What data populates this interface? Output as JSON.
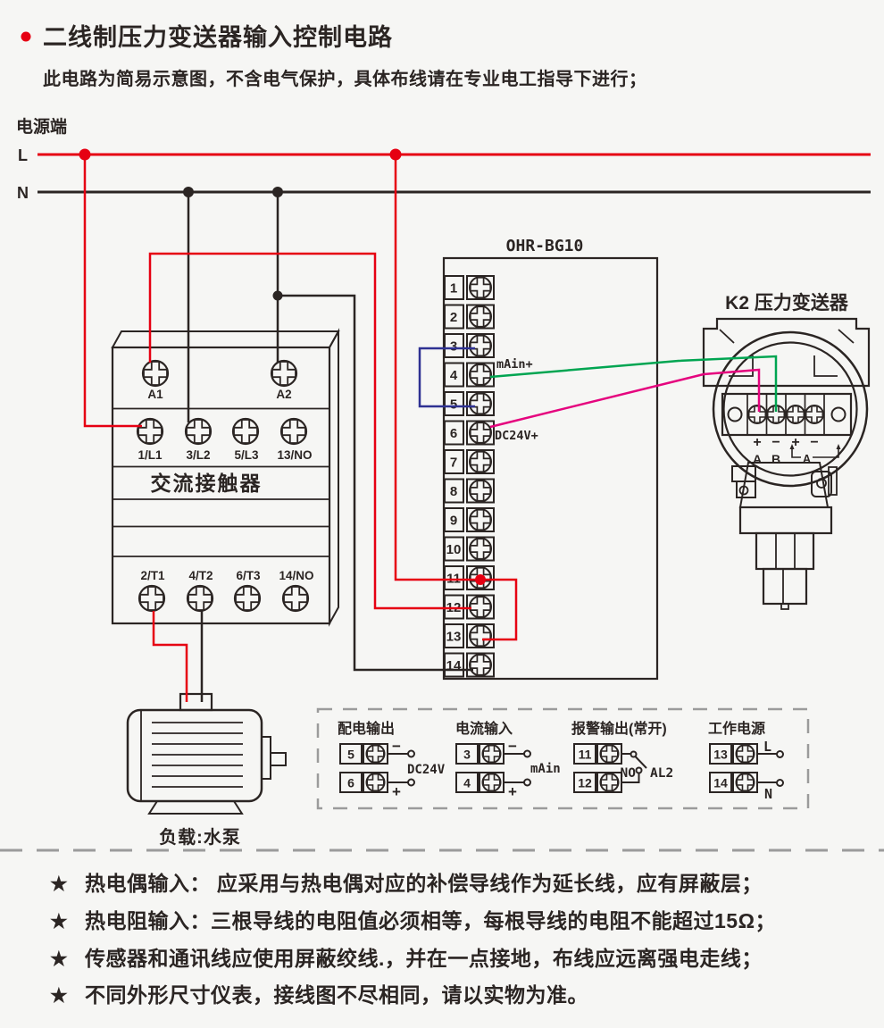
{
  "header": {
    "title": "二线制压力变送器输入控制电路",
    "subtitle": "此电路为简易示意图，不含电气保护，具体布线请在专业电工指导下进行；"
  },
  "power": {
    "label": "电源端",
    "line_l": "L",
    "line_n": "N"
  },
  "contactor": {
    "name": "交流接触器",
    "coil": [
      "A1",
      "A2"
    ],
    "row_top": [
      "1/L1",
      "3/L2",
      "5/L3",
      "13/NO"
    ],
    "row_bottom": [
      "2/T1",
      "4/T2",
      "6/T3",
      "14/NO"
    ]
  },
  "meter": {
    "title": "OHR-BG10",
    "terminals": [
      "1",
      "2",
      "3",
      "4",
      "5",
      "6",
      "7",
      "8",
      "9",
      "10",
      "11",
      "12",
      "13",
      "14"
    ],
    "label_main": "mAin+",
    "label_dc": "DC24V+"
  },
  "transmitter": {
    "title": "K2 压力变送器",
    "polarity": [
      "+",
      "−",
      "+",
      "−"
    ],
    "ch_a": "A",
    "ch_b": "B",
    "bracket_label": "A"
  },
  "load": {
    "label": "负载:水泵"
  },
  "legend": {
    "groups": [
      {
        "title": "配电输出",
        "t1": "5",
        "t2": "6",
        "s1": "−",
        "s2": "+",
        "caption": "DC24V"
      },
      {
        "title": "电流输入",
        "t1": "3",
        "t2": "4",
        "s1": "−",
        "s2": "+",
        "caption": "mAin"
      },
      {
        "title": "报警输出(常开)",
        "t1": "11",
        "t2": "12",
        "contact": "NO",
        "caption": "AL2"
      },
      {
        "title": "工作电源",
        "t1": "13",
        "t2": "14",
        "s1": "L",
        "s2": "N"
      }
    ]
  },
  "notes": {
    "star": "★",
    "items": [
      "热电偶输入： 应采用与热电偶对应的补偿导线作为延长线，应有屏蔽层；",
      "热电阻输入：三根导线的电阻值必须相等，每根导线的电阻不能超过15Ω；",
      "传感器和通讯线应使用屏蔽绞线.，并在一点接地，布线应远离强电走线；",
      "不同外形尺寸仪表，接线图不尽相同，请以实物为准。"
    ]
  },
  "colors": {
    "red": "#e60012",
    "dark": "#2b2523",
    "blue": "#2e3192",
    "green": "#00a551",
    "magenta": "#e5047e",
    "gray": "#9b9b9b"
  }
}
